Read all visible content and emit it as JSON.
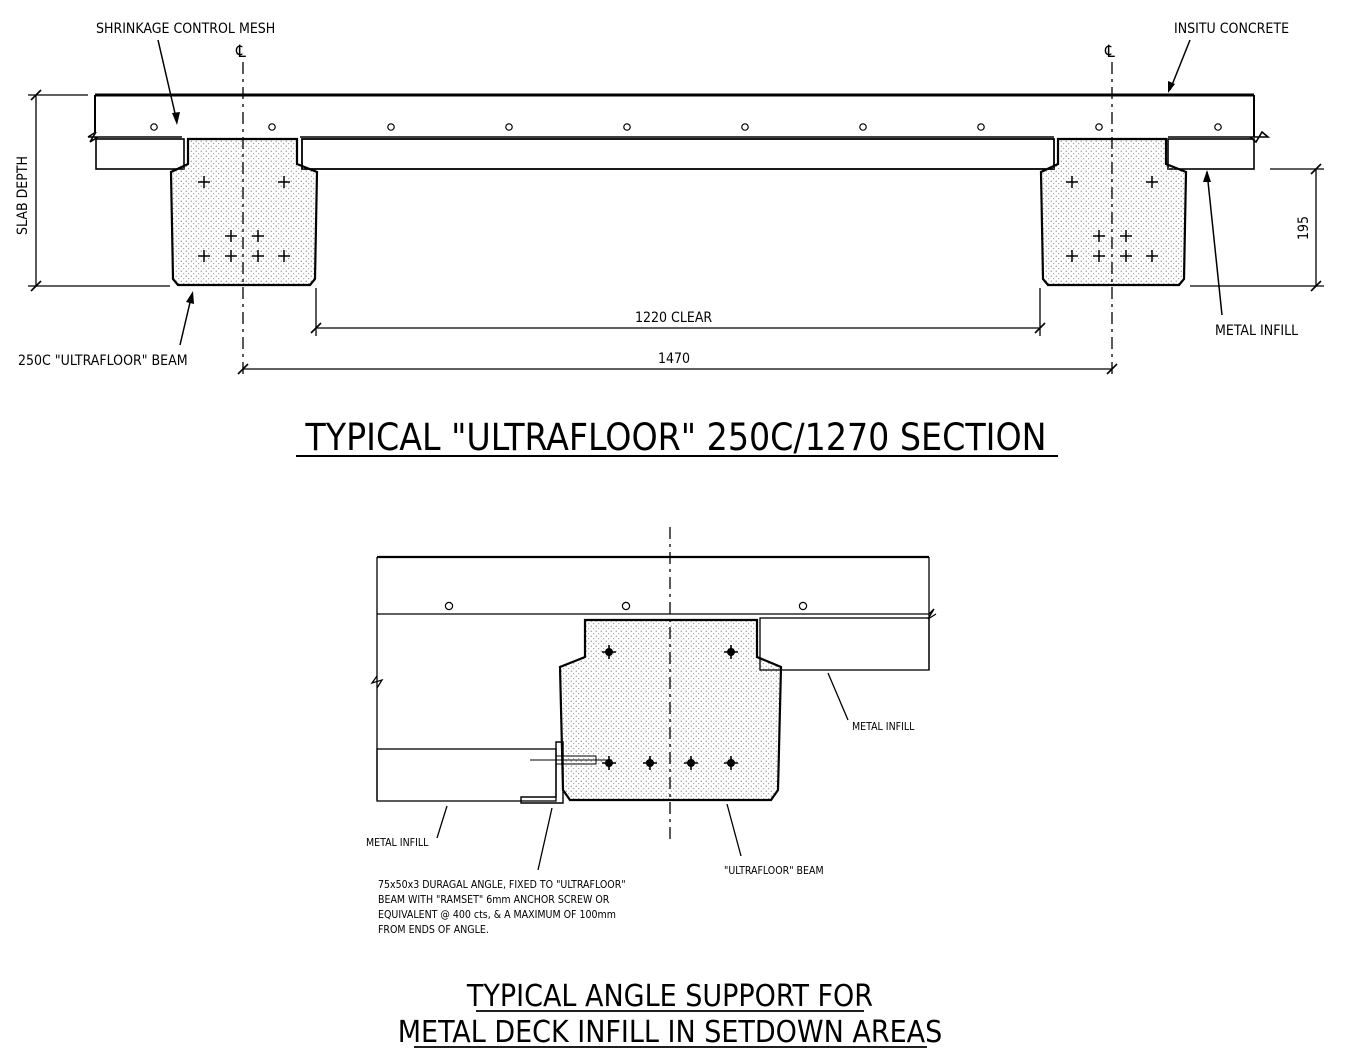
{
  "section": {
    "labels": {
      "mesh": "SHRINKAGE CONTROL MESH",
      "concrete": "INSITU CONCRETE",
      "slab_depth": "SLAB DEPTH",
      "depth_195": "195",
      "metal_infill": "METAL INFILL",
      "beam": "250C \"ULTRAFLOOR\" BEAM",
      "clear": "1220 CLEAR",
      "span": "1470",
      "centerline": "℄"
    },
    "title": "TYPICAL \"ULTRAFLOOR\" 250C/1270 SECTION"
  },
  "detail": {
    "labels": {
      "metal_infill_right": "METAL INFILL",
      "metal_infill_left": "METAL INFILL",
      "beam": "\"ULTRAFLOOR\" BEAM",
      "note": [
        "75x50x3 DURAGAL ANGLE, FIXED TO \"ULTRAFLOOR\"",
        "BEAM WITH \"RAMSET\" 6mm ANCHOR SCREW OR",
        "EQUIVALENT @ 400 cts, & A MAXIMUM OF 100mm",
        "FROM ENDS OF ANGLE."
      ]
    },
    "title": [
      "TYPICAL ANGLE SUPPORT FOR",
      "METAL DECK INFILL IN SETDOWN AREAS"
    ]
  }
}
